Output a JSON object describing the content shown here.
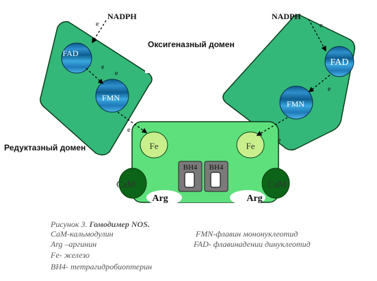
{
  "labels": {
    "nadph_left": "NADPH",
    "nadph_right": "NADPH",
    "oxygenase_domain": "Оксигеназный домен",
    "reductase_domain": "Редуктазный домен",
    "fad_left": "FAD",
    "fad_right": "FAD",
    "fmn_left": "FMN",
    "fmn_right": "FMN",
    "fe_left": "Fe",
    "fe_right": "Fe",
    "bh4_left": "BH4",
    "bh4_right": "BH4",
    "cam_left": "CaM",
    "cam_right": "CaM",
    "arg_left": "Arg",
    "arg_right": "Arg",
    "electron": "e"
  },
  "caption": {
    "figure_prefix": "Рисунок 3.",
    "figure_title": "Гомодимер NOS.",
    "left_lines": [
      "CaM-кальмодулин",
      "Arg –аргинин",
      "Fe- железо",
      "BH4- тетрагидробиоптерин"
    ],
    "right_lines": [
      "FMN-флавин мононуклеотид",
      "FAD- флавинадении динуклеотид"
    ]
  },
  "colors": {
    "reductase_fill": "#34b87a",
    "oxygenase_fill": "#5ee07c",
    "outline": "#0a3d1a",
    "flavin_dark": "#0d5d8f",
    "flavin_light": "#3aa8e0",
    "fe_fill": "#c9ef8c",
    "cam_fill": "#0c6418",
    "bh4_fill": "#7a7a7a"
  }
}
